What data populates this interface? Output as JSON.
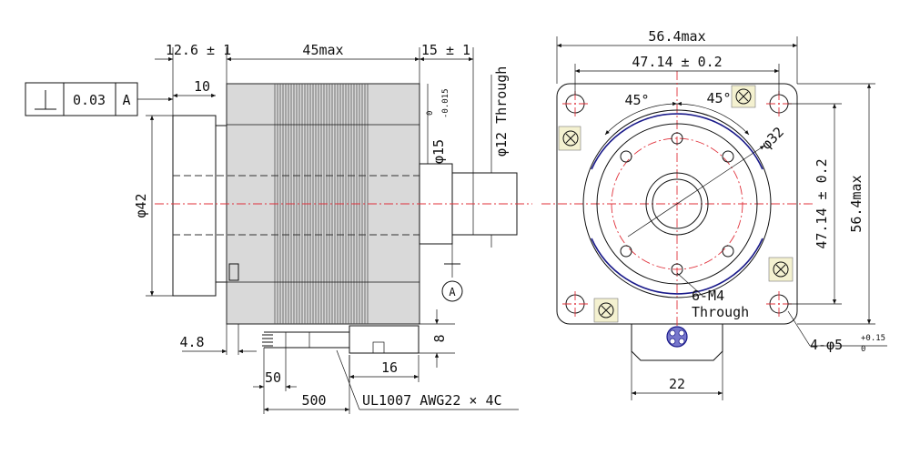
{
  "side_view": {
    "dim_flange_len": "12.6 ± 1",
    "dim_body_len": "45max",
    "dim_shaft_len": "15 ± 1",
    "dim_shaft_step": "10",
    "dim_flange_dia": "φ42",
    "dim_boss_dia": "φ15",
    "dim_boss_tol_upper": "0",
    "dim_boss_tol_lower": "-0.015",
    "dim_shaft_dia": "φ12 Through",
    "datum_label": "A",
    "dim_cable_offset": "4.8",
    "dim_connector_h": "8",
    "dim_connector_w": "16",
    "dim_cable_strip": "50",
    "dim_cable_len": "500",
    "cable_spec": "UL1007 AWG22 × 4C"
  },
  "tolerance_frame": {
    "symbol": "perpendicularity",
    "value": "0.03",
    "datum": "A"
  },
  "front_view": {
    "dim_overall_w": "56.4max",
    "dim_hole_pitch_h": "47.14 ± 0.2",
    "dim_hole_pitch_v": "47.14 ± 0.2",
    "dim_overall_h": "56.4max",
    "angle_a": "45°",
    "angle_b": "45°",
    "dim_pcd": "φ32",
    "thread_spec": "6-M4",
    "thread_note": "Through",
    "mount_hole_spec": "4-φ5",
    "mount_hole_tol_upper": "+0.15",
    "mount_hole_tol_lower": "0",
    "dim_connector_w": "22"
  }
}
